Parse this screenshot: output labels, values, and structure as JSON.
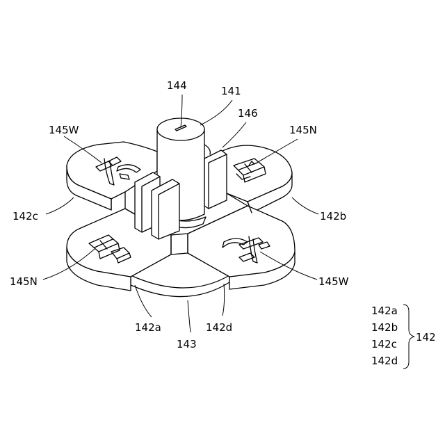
{
  "labels": {
    "l144": "144",
    "l141": "141",
    "l146": "146",
    "l145W_top": "145W",
    "l145N_top": "145N",
    "l142c": "142c",
    "l142b": "142b",
    "l145N_bottom": "145N",
    "l145W_bottom": "145W",
    "l142a": "142a",
    "l142d": "142d",
    "l143": "143"
  },
  "legend": {
    "items": [
      "142a",
      "142b",
      "142c",
      "142d"
    ],
    "group": "142"
  }
}
